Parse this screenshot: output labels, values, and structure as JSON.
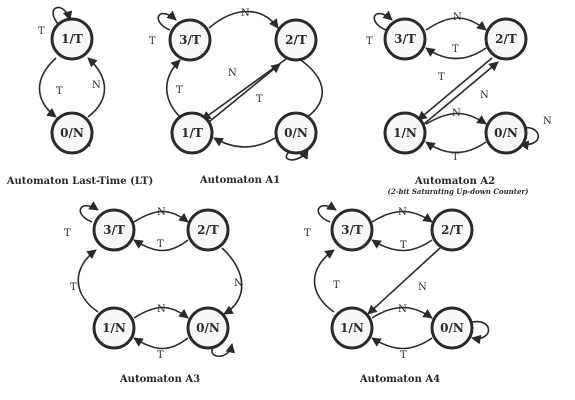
{
  "states": {
    "s3T": "3/T",
    "s2T": "2/T",
    "s1T": "1/T",
    "s1N": "1/N",
    "s0N": "0/N"
  },
  "labels": {
    "taken": "T",
    "not_taken": "N"
  },
  "captions": {
    "lt": "Automaton Last-Time (LT)",
    "a1": "Automaton A1",
    "a2": "Automaton A2",
    "a2_sub": "(2-bit Saturating Up-down Counter)",
    "a3": "Automaton A3",
    "a4": "Automaton A4"
  }
}
